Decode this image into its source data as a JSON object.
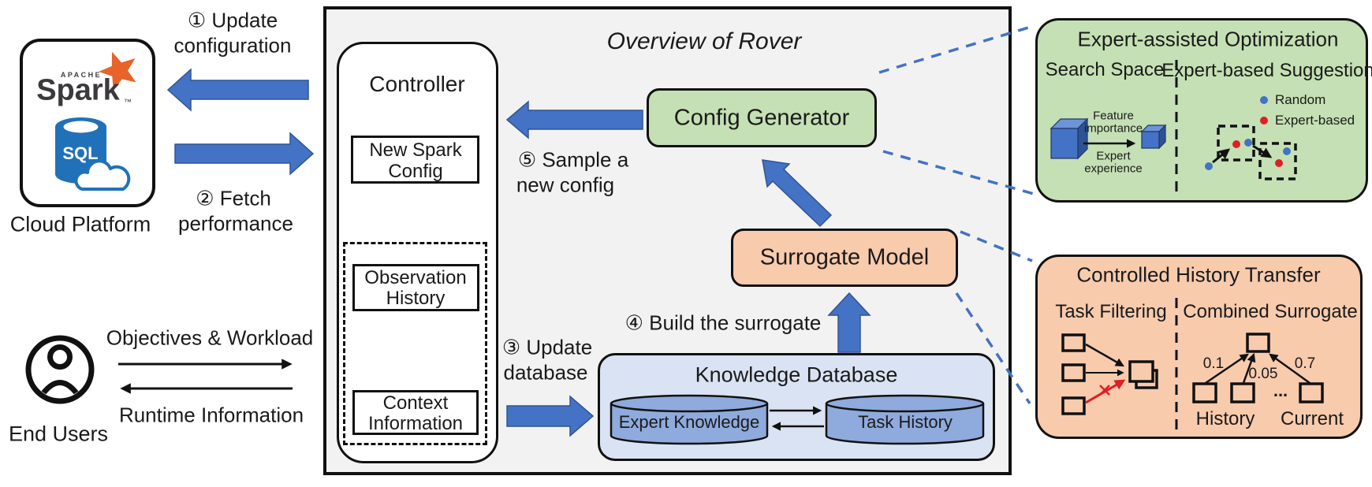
{
  "title": "Overview of Rover",
  "cloud_platform": {
    "label": "Cloud Platform",
    "apache": "APACHE",
    "spark": "Spark",
    "tm": "™",
    "sql": "SQL"
  },
  "end_users": {
    "label": "End Users",
    "objectives": "Objectives & Workload",
    "runtime": "Runtime Information"
  },
  "steps": {
    "s1a": "① Update",
    "s1b": "configuration",
    "s2a": "② Fetch",
    "s2b": "performance",
    "s3a": "③ Update",
    "s3b": "database",
    "s4": "④ Build the surrogate",
    "s5a": "⑤ Sample a",
    "s5b": "new config"
  },
  "controller": {
    "title": "Controller",
    "nsc1": "New Spark",
    "nsc2": "Config",
    "obs1": "Observation",
    "obs2": "History",
    "ctx1": "Context",
    "ctx2": "Information"
  },
  "config_generator": {
    "label": "Config Generator"
  },
  "surrogate_model": {
    "label": "Surrogate Model"
  },
  "knowledge_database": {
    "title": "Knowledge Database",
    "expert": "Expert Knowledge",
    "task": "Task History"
  },
  "expert_assisted": {
    "title": "Expert-assisted Optimization",
    "left_title": "Search Space",
    "right_title": "Expert-based Suggestion",
    "feat1": "Feature",
    "feat2": "importance",
    "exp1": "Expert",
    "exp2": "experience",
    "legend_random": "Random",
    "legend_expert": "Expert-based"
  },
  "history_transfer": {
    "title": "Controlled History Transfer",
    "left_title": "Task Filtering",
    "right_title": "Combined Surrogate",
    "w1": "0.1",
    "w2": "0.05",
    "w3": "0.7",
    "ellipsis": "...",
    "history": "History",
    "current": "Current"
  },
  "colors": {
    "arrow_blue": "#4472c4",
    "green": "#c5e0b4",
    "orange": "#f8cbad",
    "kb_fill": "#dae3f3",
    "cylinder": "#8faadc",
    "spark_blue": "#2171b9",
    "star_orange": "#e8632a",
    "red": "#e01e25",
    "panel_bg": "#f2f2f2"
  }
}
